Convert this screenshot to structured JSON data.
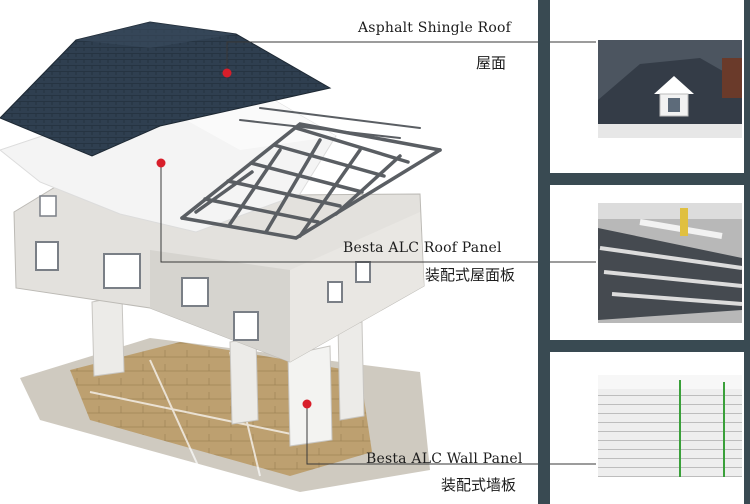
{
  "labels": {
    "roof_en": "Asphalt Shingle Roof",
    "roof_cn": "屋面",
    "roof_panel_en": "Besta ALC Roof  Panel",
    "roof_panel_cn": "装配式屋面板",
    "wall_panel_en": "Besta ALC Wall Panel",
    "wall_panel_cn": "装配式墙板"
  },
  "colors": {
    "shingle": "#2c3c4c",
    "panel": "#f0f0f0",
    "steel_truss": "#5a5e63",
    "wall": "#e2e0dc",
    "floor_wood": "#b79a6a",
    "accent_frame": "#394a52",
    "marker": "#d81e2a"
  }
}
